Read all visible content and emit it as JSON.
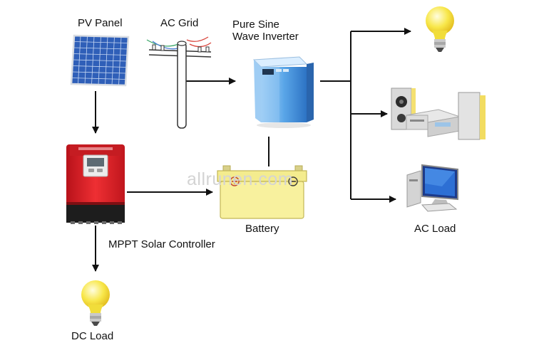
{
  "labels": {
    "pv_panel": "PV Panel",
    "ac_grid": "AC Grid",
    "inverter_line1": "Pure Sine",
    "inverter_line2": "Wave Inverter",
    "battery": "Battery",
    "controller": "MPPT Solar Controller",
    "ac_load": "AC Load",
    "dc_load": "DC Load"
  },
  "watermark": "allrunen.com",
  "colors": {
    "controller_red": "#e0262b",
    "inverter_blue": "#3f8ed8",
    "battery_yellow": "#f7ef9a",
    "bulb_yellow": "#f6e43a",
    "solar_blue": "#2f5fb8",
    "arrow": "#111111"
  },
  "icons": {
    "pv_panel": "solar-panel-icon",
    "ac_grid": "power-pole-icon",
    "inverter": "inverter-icon",
    "controller": "charge-controller-icon",
    "battery": "battery-icon",
    "dc_load": "light-bulb-icon",
    "ac_load_bulb": "light-bulb-icon",
    "ac_load_stereo": "stereo-icon",
    "ac_load_computer": "computer-icon"
  }
}
